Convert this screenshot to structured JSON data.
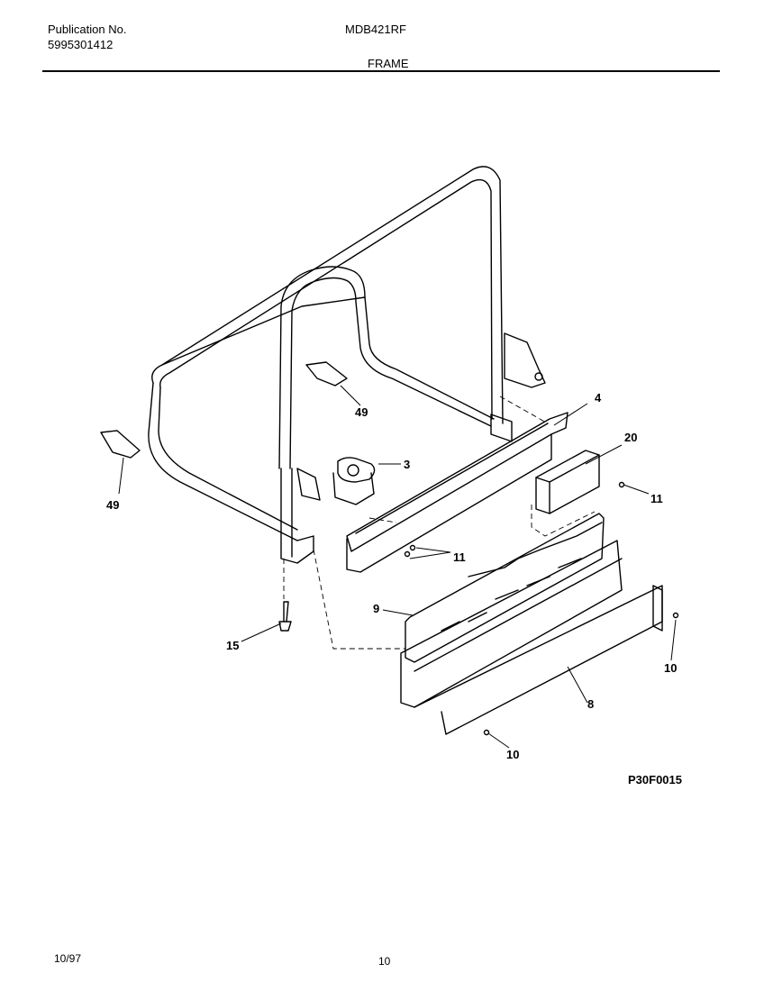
{
  "header": {
    "publication_label": "Publication No.",
    "publication_number": "5995301412",
    "model": "MDB421RF",
    "section_title": "FRAME"
  },
  "diagram": {
    "callouts": {
      "c3": "3",
      "c4": "4",
      "c8": "8",
      "c9": "9",
      "c10a": "10",
      "c10b": "10",
      "c11a": "11",
      "c11b": "11",
      "c15": "15",
      "c20": "20",
      "c49a": "49",
      "c49b": "49"
    },
    "figure_code": "P30F0015"
  },
  "footer": {
    "date": "10/97",
    "page": "10"
  }
}
